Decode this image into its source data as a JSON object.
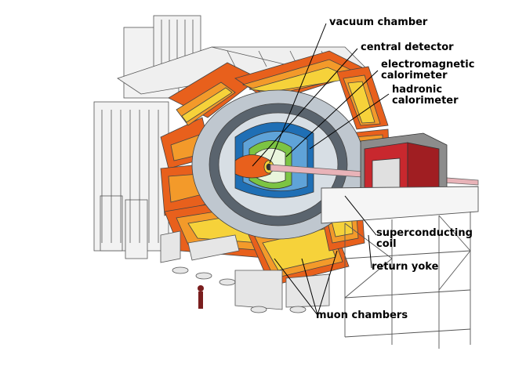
{
  "labels": {
    "vacuum_chamber": "vacuum chamber",
    "central_detector": "central detector",
    "em_line1": "electromagnetic",
    "em_line2": "calorimeter",
    "had_line1": "hadronic",
    "had_line2": "calorimeter",
    "sc_line1": "superconducting",
    "sc_line2": "coil",
    "return_yoke": "return yoke",
    "muon_chambers": "muon chambers"
  },
  "colors": {
    "orange_dark": "#e8601c",
    "orange": "#f39a2a",
    "yellow": "#f6d23a",
    "green": "#7cc443",
    "blue": "#1f6fb5",
    "red": "#c8282e",
    "steel": "#8c9aa6",
    "outline": "#333333"
  }
}
